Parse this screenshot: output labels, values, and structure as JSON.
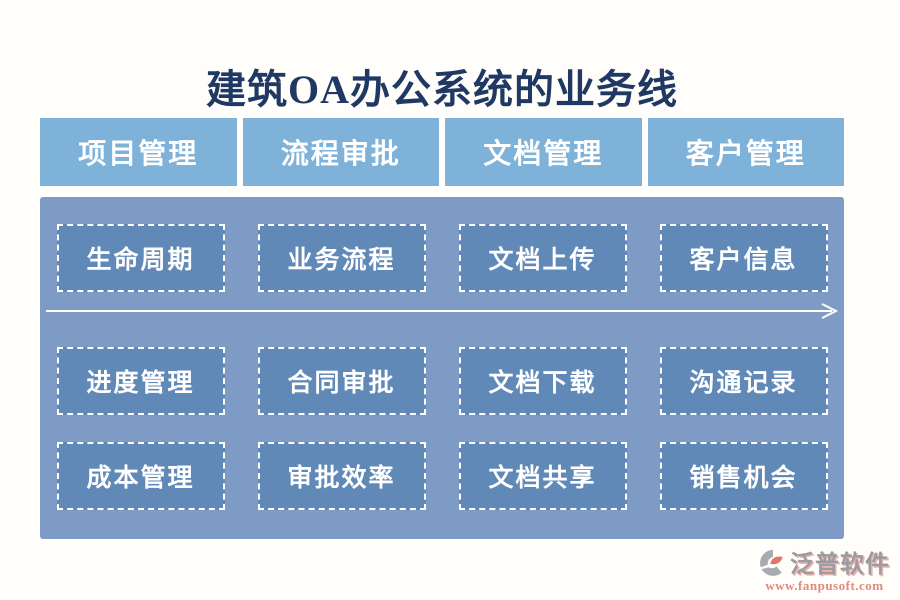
{
  "title": "建筑OA办公系统的业务线",
  "columns": [
    {
      "header": "项目管理",
      "items": [
        "生命周期",
        "进度管理",
        "成本管理"
      ]
    },
    {
      "header": "流程审批",
      "items": [
        "业务流程",
        "合同审批",
        "审批效率"
      ]
    },
    {
      "header": "文档管理",
      "items": [
        "文档上传",
        "文档下载",
        "文档共享"
      ]
    },
    {
      "header": "客户管理",
      "items": [
        "客户信息",
        "沟通记录",
        "销售机会"
      ]
    }
  ],
  "footer": {
    "brand": "泛普软件",
    "url": "www.fanpusoft.com"
  },
  "colors": {
    "title_text": "#1f3864",
    "header_bg": "#7fb2d8",
    "panel_bg": "#7d9bc4",
    "item_bg": "#6189b8",
    "item_border": "#ffffff",
    "arrow": "#ffffff",
    "brand_text": "#9b9ba3",
    "url_text": "#e0897c"
  }
}
